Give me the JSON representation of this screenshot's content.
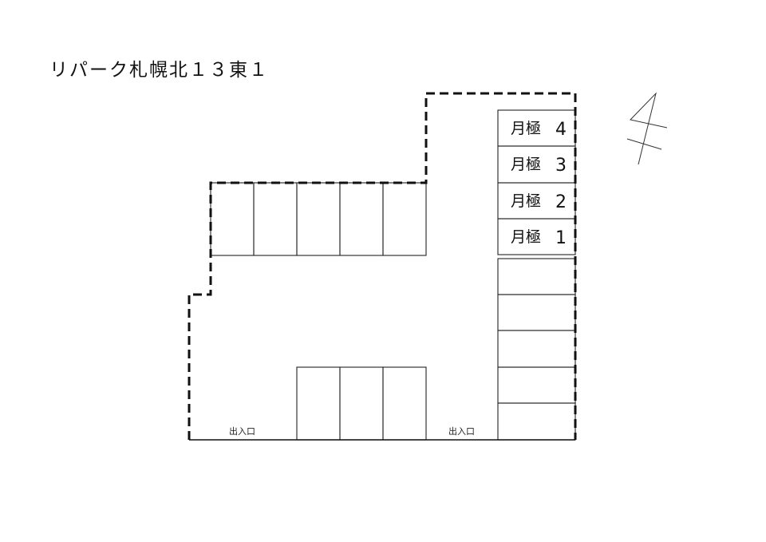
{
  "title": "リパーク札幌北１３東１",
  "monthly_stalls": [
    {
      "label": "月極",
      "number": "4"
    },
    {
      "label": "月極",
      "number": "3"
    },
    {
      "label": "月極",
      "number": "2"
    },
    {
      "label": "月極",
      "number": "1"
    }
  ],
  "entrances": [
    {
      "label": "出入口"
    },
    {
      "label": "出入口"
    }
  ],
  "north_arrow_icon": "north-arrow-icon"
}
